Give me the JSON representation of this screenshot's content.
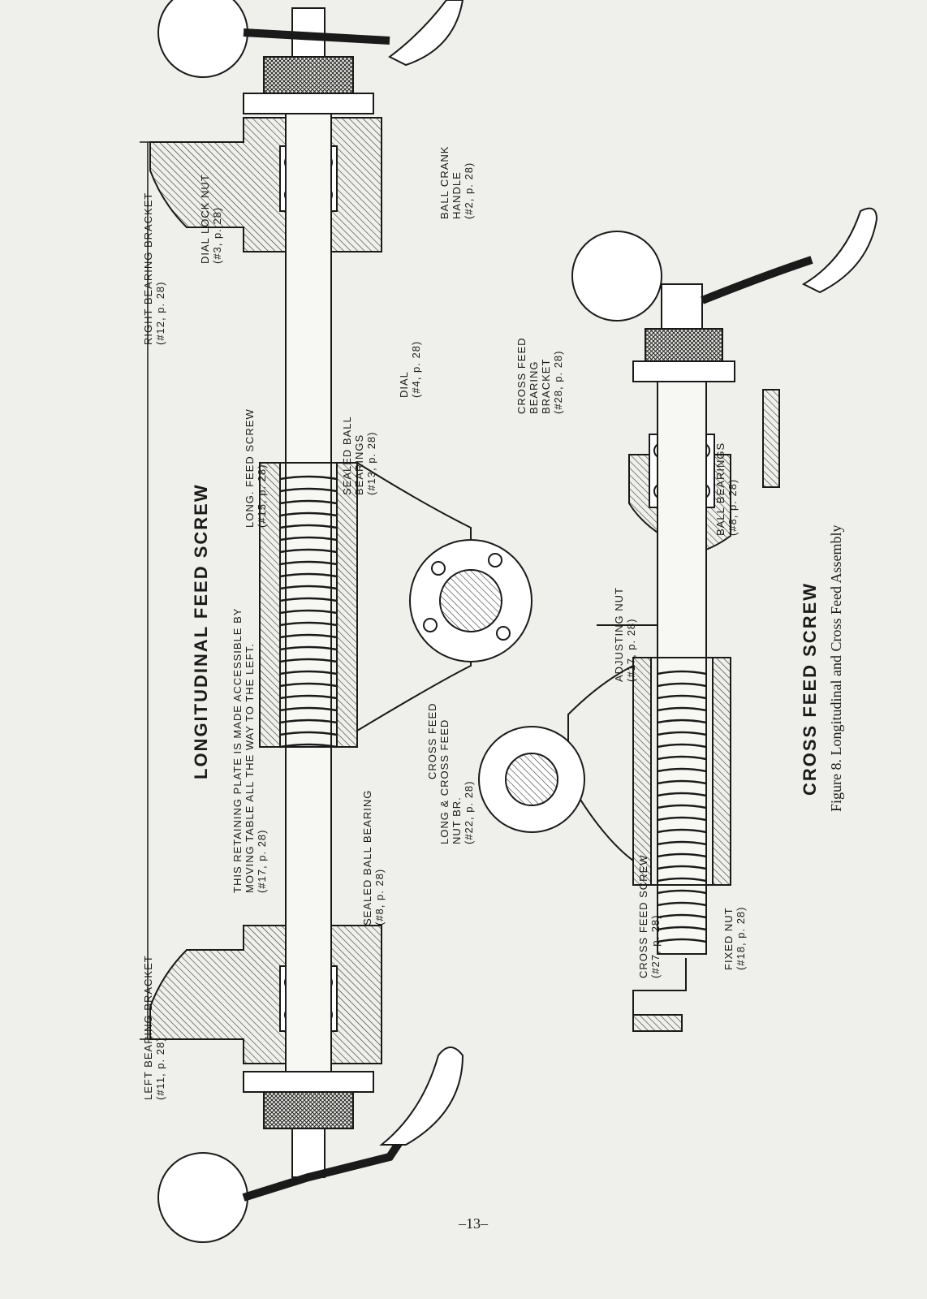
{
  "longitudinal": {
    "title": "LONGITUDINAL FEED SCREW",
    "labels": {
      "left_bracket": "LEFT BEARING BRACKET\n(#11, p. 28)",
      "right_bracket": "RIGHT BEARING BRACKET\n(#12, p. 28)",
      "dial_lock_nut": "DIAL LOCK NUT\n(#3, p. 28)",
      "ball_crank_handle": "BALL CRANK\nHANDLE\n(#2, p. 28)",
      "dial": "DIAL\n(#4, p. 28)",
      "long_feed_screw": "LONG. FEED SCREW\n(#15, p. 28)",
      "sealed_ball_bearings": "SEALED BALL\nBEARINGS\n(#13, p. 28)",
      "retaining_plate": "THIS RETAINING PLATE IS MADE ACCESSIBLE BY\nMOVING TABLE ALL THE WAY TO THE LEFT.\n(#17, p. 28)",
      "sealed_ball_bearing": "SEALED BALL BEARING\n(#8, p. 28)",
      "cross_feed_label": "CROSS FEED",
      "nut_bracket": "LONG & CROSS FEED\nNUT BR.\n(#22, p. 28)"
    }
  },
  "cross": {
    "title": "CROSS FEED SCREW",
    "labels": {
      "bearing_bracket": "CROSS FEED\nBEARING\nBRACKET\n(#28, p. 28)",
      "ball_bearings": "BALL BEARINGS\n(#8, p. 28)",
      "adjusting_nut": "ADJUSTING NUT\n(#17, p. 28)",
      "cross_feed_screw": "CROSS FEED SCREW\n(#27, p. 28)",
      "fixed_nut": "FIXED NUT\n(#18, p. 28)"
    }
  },
  "caption": "Figure 8. Longitudinal and Cross Feed Assembly",
  "page_number": "–13–"
}
